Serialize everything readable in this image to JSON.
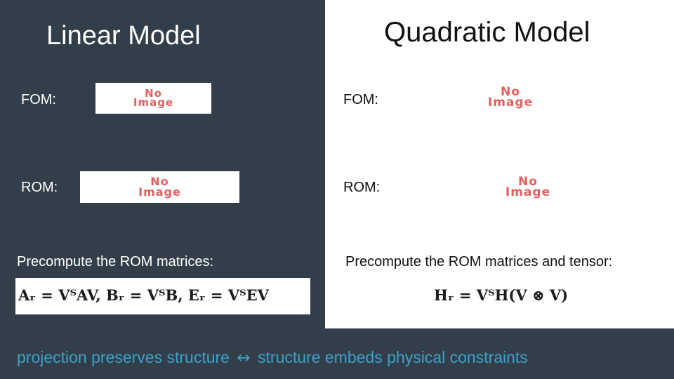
{
  "left": {
    "title": "Linear Model",
    "fom_label": "FOM:",
    "rom_label": "ROM:",
    "fom_image_text": [
      "No",
      "Image"
    ],
    "rom_image_text": [
      "No",
      "Image"
    ],
    "precompute_text": "Precompute the ROM matrices:",
    "equation": "Aᵣ = VᵀAV,  Bᵣ = VᵀB,  Eᵣ = VᵀEV"
  },
  "right": {
    "title": "Quadratic Model",
    "fom_label": "FOM:",
    "rom_label": "ROM:",
    "fom_image_text": [
      "No",
      "Image"
    ],
    "rom_image_text": [
      "No",
      "Image"
    ],
    "precompute_text": "Precompute the ROM matrices and tensor:",
    "equation": "Hᵣ = VᵀH(V ⊗ V)"
  },
  "footer": {
    "left_text": "projection preserves structure",
    "arrow": "↔",
    "right_text": "structure embeds physical constraints"
  },
  "colors": {
    "background": "#323f4a",
    "panel": "#ffffff",
    "accent": "#3ea0c8",
    "placeholder_text": "#e06060"
  }
}
